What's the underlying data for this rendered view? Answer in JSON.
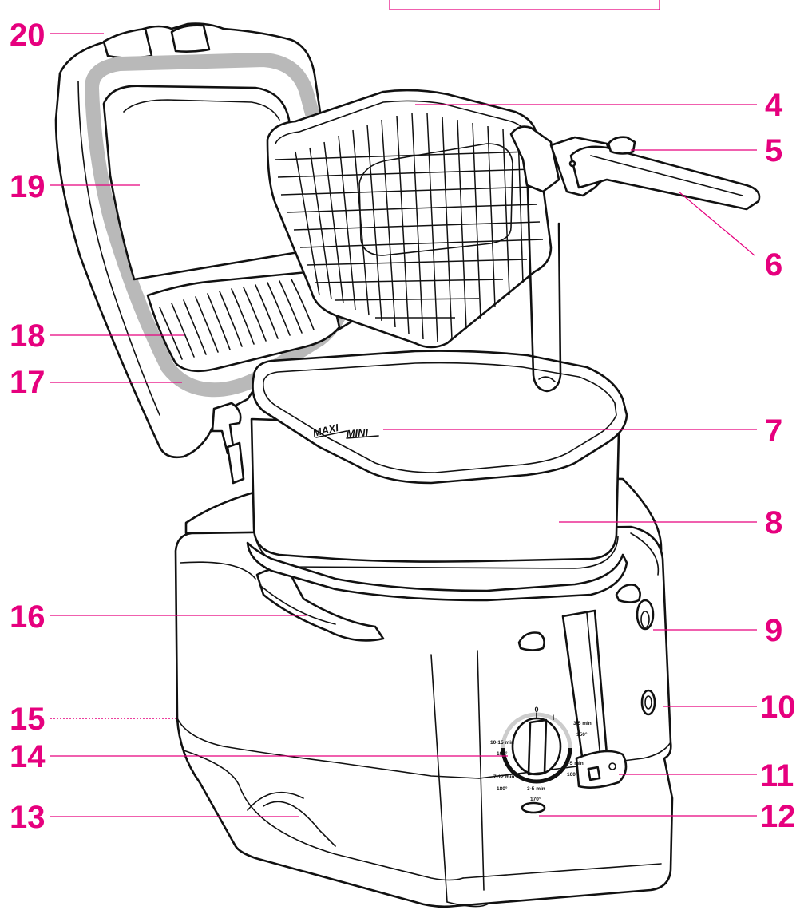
{
  "diagram": {
    "callouts": [
      "4",
      "5",
      "6",
      "7",
      "8",
      "9",
      "10",
      "11",
      "12",
      "13",
      "14",
      "15",
      "16",
      "17",
      "18",
      "19",
      "20"
    ],
    "vessel_markings": {
      "maxi": "MAXI",
      "mini": "MINI"
    },
    "dial": {
      "off": "0",
      "on": "I",
      "settings": [
        {
          "time": "3-5 min",
          "temp": "150°"
        },
        {
          "time": "3-5 min",
          "temp": "160°"
        },
        {
          "time": "3-5 min",
          "temp": "170°"
        },
        {
          "time": "7-12 min",
          "temp": "180°"
        },
        {
          "time": "10-15 min",
          "temp": "190°"
        }
      ]
    },
    "colors": {
      "callout": "#e6007e",
      "outline": "#111111",
      "gasket": "#b9b9b9"
    }
  }
}
